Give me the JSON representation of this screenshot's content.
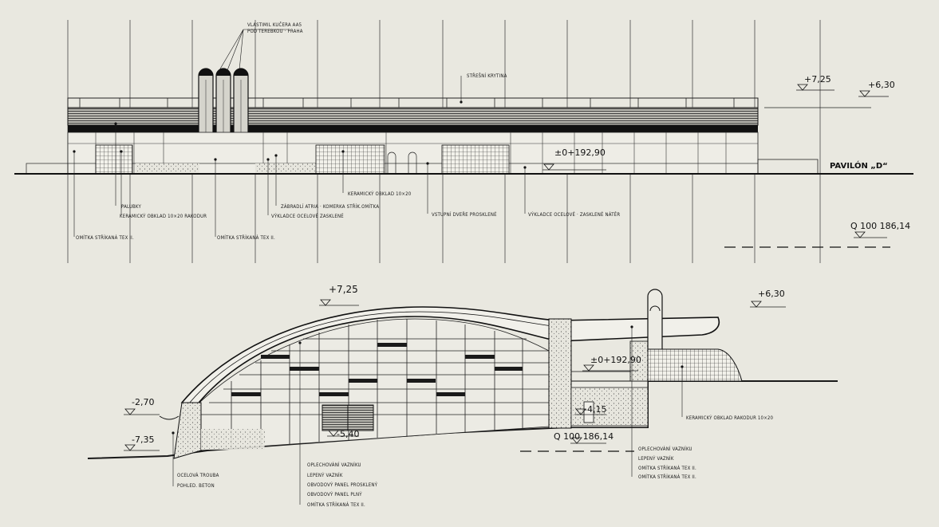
{
  "elevation": {
    "level_top": "+7,25",
    "level_right": "+6,30",
    "level_floor": "±0+192,90",
    "level_base": "Q 100  186,14",
    "pavilion": "PAVILÓN „D“",
    "labels": {
      "author_1": "VLASTIMIL KUČERA  AA5",
      "author_2": "POD TEREBKOU · PRAHA",
      "roof": "STŘEŠNÍ KRYTINA",
      "palubky": "PALUBKY",
      "ceramic_joint": "KERAMICKÝ OBKLAD 10×20 RAKODUR",
      "render_left": "OMÍTKA STŘÍKANÁ TEX II.",
      "render_mid": "OMÍTKA STŘÍKANÁ TEX II.",
      "atrium_1": "ZÁBRADLÍ ATRIA · KOMERKA STŘÍK.OMÍTKA",
      "atrium_2": "VÝKLADCE OCELOVÉ ZASKLENÉ",
      "ceramic": "KERAMICKÝ OBKLAD 10×20",
      "entrance": "VSTUPNÍ DVEŘE PROSKLENÉ",
      "shopfront": "VÝKLADCE OCELOVÉ · ZASKLENÉ NÁTĚR"
    }
  },
  "section": {
    "level_top": "+7,25",
    "level_right": "+6,30",
    "level_floor": "±0+192,90",
    "level_minus_270": "-2,70",
    "level_minus_735": "-7,35",
    "level_minus_540": "-5,40",
    "level_minus_415": "-4,15",
    "level_base": "Q 100    186,14",
    "labels": {
      "pipe": "OCELOVÁ TROUBA",
      "concrete": "POHLED. BETON",
      "flashing_1": "OPLECHOVÁNÍ VAZNÍKU",
      "laminated_1": "LEPENÝ VAZNÍK",
      "panel_glazed": "OBVODOVÝ PANEL PROSKLENÝ",
      "panel_solid": "OBVODOVÝ PANEL PLNÝ",
      "render_1": "OMÍTKA STŘÍKANÁ TEX II.",
      "flashing_2": "OPLECHOVÁNÍ VAZNÍKU",
      "laminated_2": "LEPENÝ VAZNÍK",
      "render_2": "OMÍTKA STŘÍKANÁ TEX II.",
      "render_3": "OMÍTKA STŘÍKANÁ TEX II.",
      "ceramic_right": "KERAMICKÝ OBKLAD RAKODUR 10×20"
    }
  }
}
